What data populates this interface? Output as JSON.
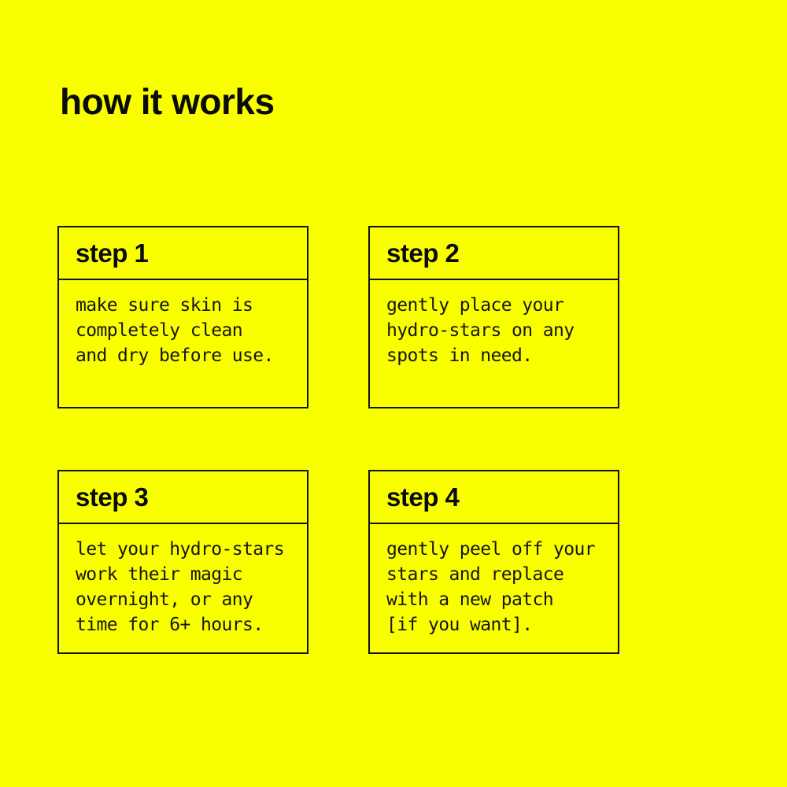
{
  "title": "how it works",
  "colors": {
    "background": "#FAFF00",
    "text": "#111111",
    "border": "#111111"
  },
  "steps": [
    {
      "label": "step 1",
      "body": "make sure skin is\ncompletely clean\nand dry before use."
    },
    {
      "label": "step 2",
      "body": "gently place your\nhydro-stars on any\nspots in need."
    },
    {
      "label": "step 3",
      "body": "let your hydro-stars\nwork their magic\novernight, or any\ntime for 6+ hours."
    },
    {
      "label": "step 4",
      "body": "gently peel off your\nstars and replace\nwith a new patch\n[if you want]."
    }
  ]
}
